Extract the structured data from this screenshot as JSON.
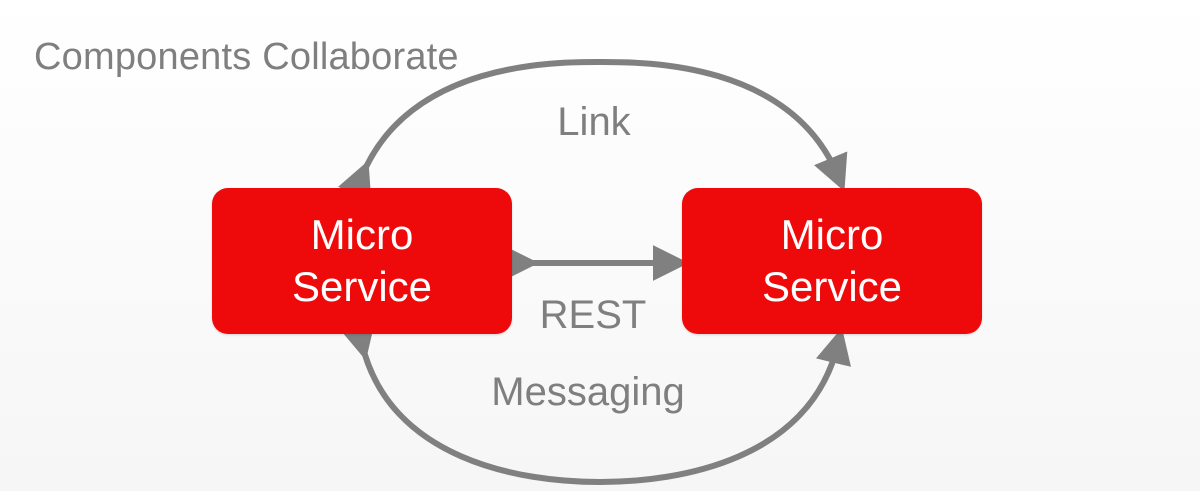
{
  "slide": {
    "title": "Components Collaborate"
  },
  "services": {
    "left": {
      "line1": "Micro",
      "line2": "Service"
    },
    "right": {
      "line1": "Micro",
      "line2": "Service"
    }
  },
  "connections": {
    "link_label": "Link",
    "rest_label": "REST",
    "messaging_label": "Messaging"
  },
  "colors": {
    "service_fill": "#ee0a0a",
    "service_text": "#ffffff",
    "connector": "#808080",
    "label_text": "#7f7f7f"
  },
  "icons": {
    "arrowheads": "triangular-arrowhead"
  }
}
